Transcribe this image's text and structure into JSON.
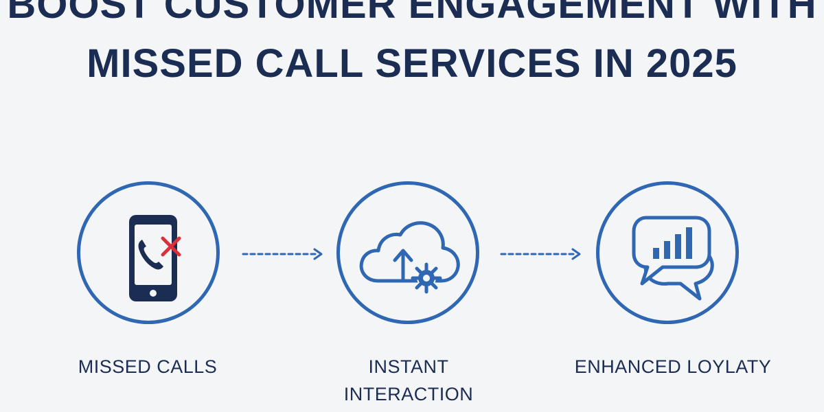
{
  "title": {
    "line1": "BOOST CUSTOMER ENGAGEMENT WITH",
    "line2": "MISSED CALL SERVICES IN 2025"
  },
  "steps": [
    {
      "label": "MISSED CALLS",
      "icon": "phone-missed-call-icon"
    },
    {
      "label_line1": "INSTANT",
      "label_line2": "INTERACTION",
      "icon": "cloud-upload-gear-icon"
    },
    {
      "label": "ENHANCED LOYLATY",
      "icon": "chat-bubbles-chart-icon"
    }
  ],
  "colors": {
    "background": "#f4f5f7",
    "title": "#1b2d52",
    "accent": "#2f67b3",
    "phone": "#1b2d52",
    "cross": "#d9303a"
  }
}
